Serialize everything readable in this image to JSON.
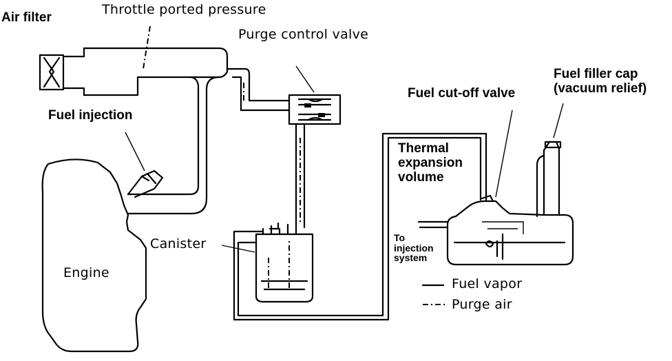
{
  "labels": {
    "air_filter": "Air filter",
    "throttle_ported_pressure": "Throttle ported pressure",
    "purge_control_valve": "Purge control valve",
    "fuel_injection": "Fuel injection",
    "fuel_filler_cap_line1": "Fuel filler cap",
    "fuel_filler_cap_line2": "(vacuum relief)",
    "fuel_cutoff_valve": "Fuel cut-off valve",
    "thermal_line1": "Thermal",
    "thermal_line2": "expansion",
    "thermal_line3": "volume",
    "canister": "Canister",
    "to_injection_line1": "To",
    "to_injection_line2": "injection",
    "to_injection_line3": "system",
    "engine": "Engine"
  },
  "legend": {
    "fuel_vapor": "Fuel vapor",
    "purge_air": "Purge air"
  }
}
